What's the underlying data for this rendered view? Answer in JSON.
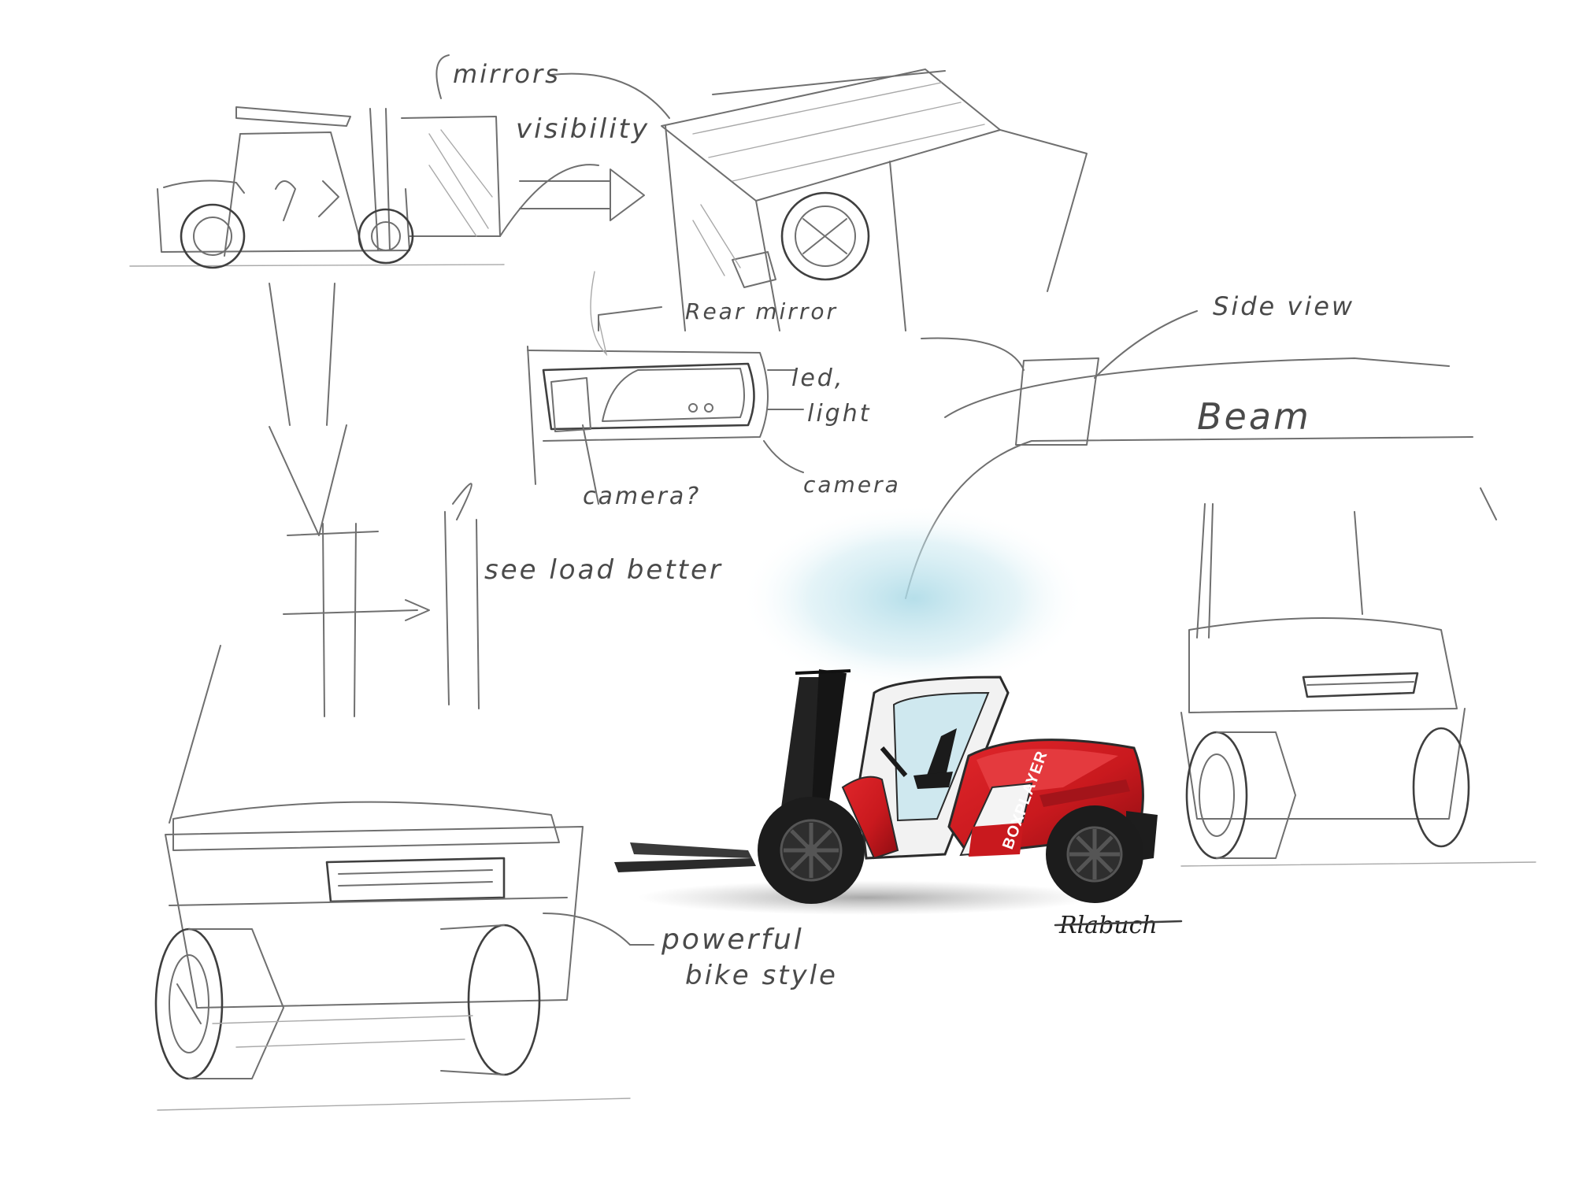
{
  "annotations": {
    "mirrors": "mirrors",
    "visibility": "visibility",
    "rear_mirror": "Rear mirror",
    "side_view": "Side view",
    "beam": "Beam",
    "led_light_1": "led,",
    "led_light_2": "light",
    "camera_q": "camera?",
    "camera": "camera",
    "see_load_better": "see load better",
    "powerful_1": "powerful",
    "powerful_2": "bike style"
  },
  "vehicle": {
    "brand": "BOXPLAYER",
    "body_color": "#c9191e",
    "frame_color": "#ffffff",
    "tire_color": "#1c1c1c",
    "glow_color": "#bfe3ee"
  },
  "signature": "Rlabuch"
}
